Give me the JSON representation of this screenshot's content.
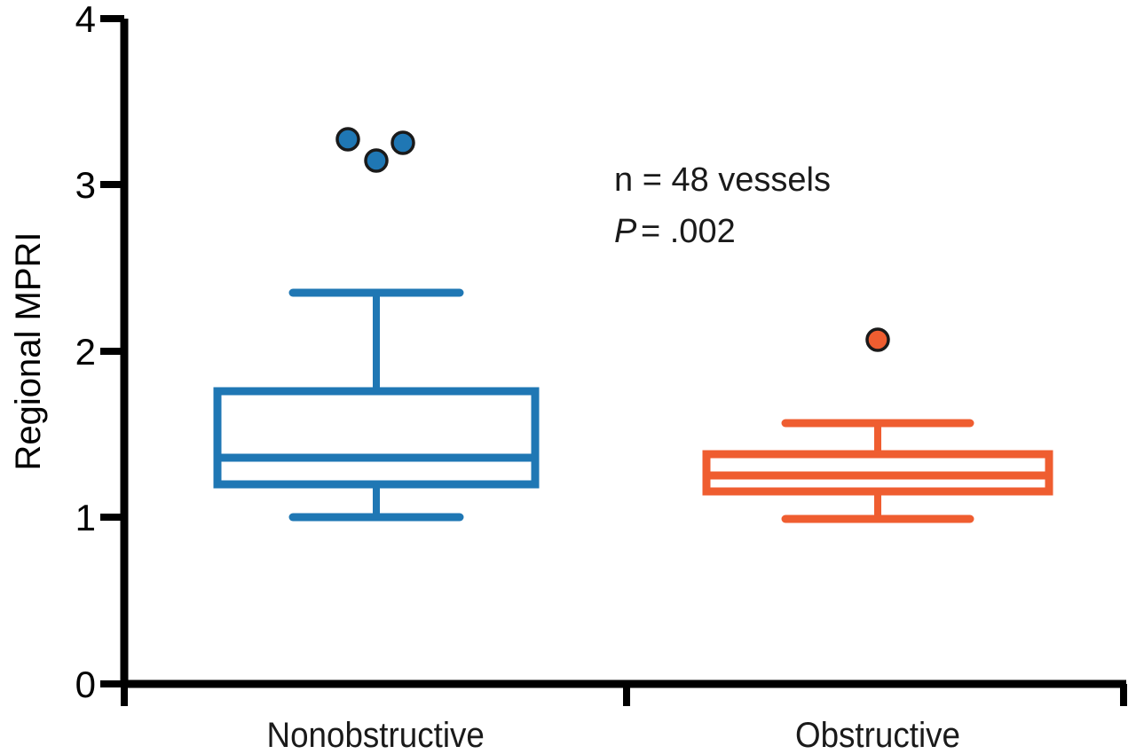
{
  "chart_data": {
    "type": "box",
    "title": "",
    "xlabel": "",
    "ylabel": "Regional MPRI",
    "ylim": [
      0,
      4
    ],
    "yticks": [
      0,
      1,
      2,
      3,
      4
    ],
    "ytick_labels": [
      "0",
      "1",
      "2",
      "3",
      "4"
    ],
    "grid": false,
    "legend": "none",
    "categories": [
      "Nonobstructive",
      "Obstructive"
    ],
    "series": [
      {
        "name": "Nonobstructive",
        "color": "#1f77b4",
        "whisker_low": 1.0,
        "q1": 1.2,
        "median": 1.36,
        "q3": 1.76,
        "whisker_high": 2.35,
        "outliers": [
          3.27,
          3.15,
          3.25
        ]
      },
      {
        "name": "Obstructive",
        "color": "#ef5d30",
        "whisker_low": 1.0,
        "q1": 1.16,
        "median": 1.25,
        "q3": 1.38,
        "whisker_high": 1.57,
        "outliers": [
          2.07
        ]
      }
    ],
    "annotations": [
      {
        "text": "n = 48 vessels",
        "italic_first_char": false
      },
      {
        "text": "P = .002",
        "italic_first_char": true
      }
    ]
  },
  "axis": {
    "y_label": "Regional MPRI",
    "ticks": {
      "t0": "0",
      "t1": "1",
      "t2": "2",
      "t3": "3",
      "t4": "4"
    }
  },
  "categories": {
    "left": "Nonobstructive",
    "right": "Obstructive"
  },
  "annotations": {
    "n_line": "n = 48 vessels",
    "p_symbol": "P",
    "p_value": "= .002"
  },
  "colors": {
    "blue": "#1f77b4",
    "orange": "#ef5d30",
    "axis": "#000000",
    "outlier_stroke": "#1a1a1a"
  }
}
